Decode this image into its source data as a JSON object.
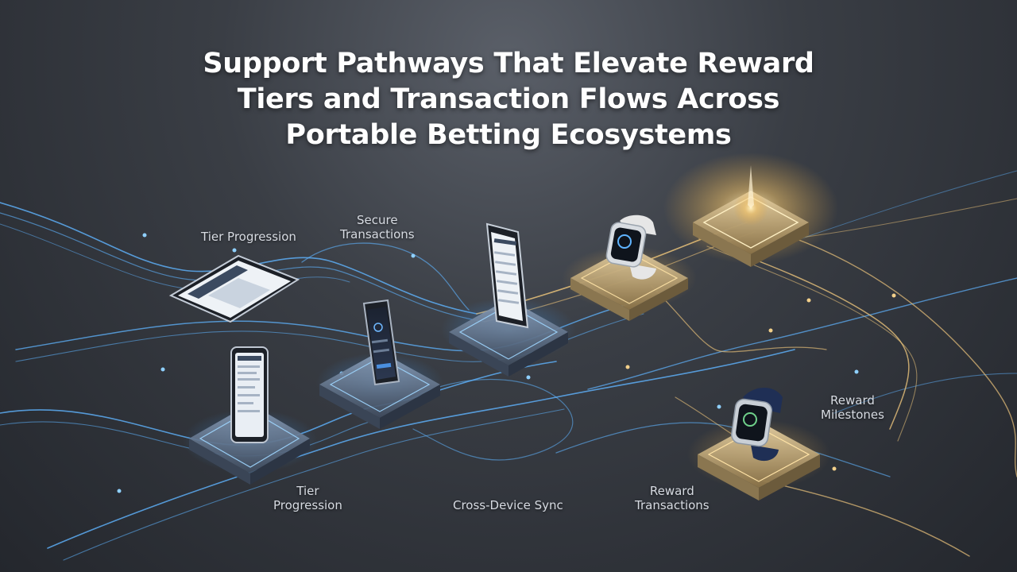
{
  "title": {
    "line1": "Support Pathways That Elevate Reward",
    "line2": "Tiers and Transaction Flows Across",
    "line3": "Portable Betting Ecosystems"
  },
  "labels": {
    "tier_progression_top": "Tier Progression",
    "secure_transactions_l1": "Secure",
    "secure_transactions_l2": "Transactions",
    "tier_progression_bottom_l1": "Tier",
    "tier_progression_bottom_l2": "Progression",
    "cross_device_sync": "Cross-Device Sync",
    "reward_transactions_l1": "Reward",
    "reward_transactions_l2": "Transactions",
    "reward_milestones_l1": "Reward",
    "reward_milestones_l2": "Milestones"
  },
  "colors": {
    "background": "#2b2f36",
    "blue_path": "#5fb4ff",
    "gold_path": "#e9c27a",
    "title_text": "#ffffff",
    "label_text": "#d7dbe2"
  },
  "devices": [
    "smartphone-icon",
    "smartphone-icon",
    "smartphone-icon",
    "smartphone-icon",
    "smartwatch-icon",
    "smartwatch-icon"
  ]
}
